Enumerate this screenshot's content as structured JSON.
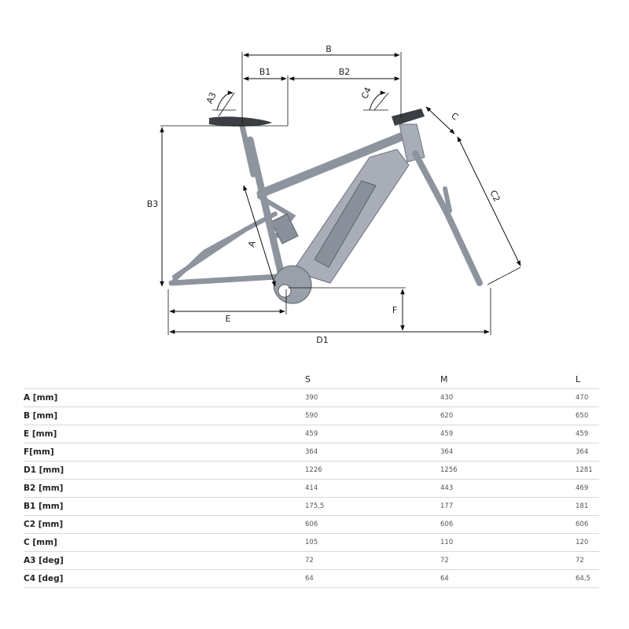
{
  "diagram": {
    "labels": {
      "A": "A",
      "B": "B",
      "B1": "B1",
      "B2": "B2",
      "B3": "B3",
      "C": "C",
      "C2": "C2",
      "C4": "C4",
      "A3": "A3",
      "D1": "D1",
      "E": "E",
      "F": "F"
    }
  },
  "table": {
    "sizes": [
      "S",
      "M",
      "L"
    ],
    "rows": [
      {
        "label": "A [mm]",
        "values": [
          "390",
          "430",
          "470"
        ]
      },
      {
        "label": "B [mm]",
        "values": [
          "590",
          "620",
          "650"
        ]
      },
      {
        "label": "E [mm]",
        "values": [
          "459",
          "459",
          "459"
        ]
      },
      {
        "label": "F[mm]",
        "values": [
          "364",
          "364",
          "364"
        ]
      },
      {
        "label": "D1 [mm]",
        "values": [
          "1226",
          "1256",
          "1281"
        ]
      },
      {
        "label": "B2 [mm]",
        "values": [
          "414",
          "443",
          "469"
        ]
      },
      {
        "label": "B1 [mm]",
        "values": [
          "175,5",
          "177",
          "181"
        ]
      },
      {
        "label": "C2 [mm]",
        "values": [
          "606",
          "606",
          "606"
        ]
      },
      {
        "label": "C [mm]",
        "values": [
          "105",
          "110",
          "120"
        ]
      },
      {
        "label": "A3 [deg]",
        "values": [
          "72",
          "72",
          "72"
        ]
      },
      {
        "label": "C4 [deg]",
        "values": [
          "64",
          "64",
          "64,5"
        ]
      }
    ]
  }
}
